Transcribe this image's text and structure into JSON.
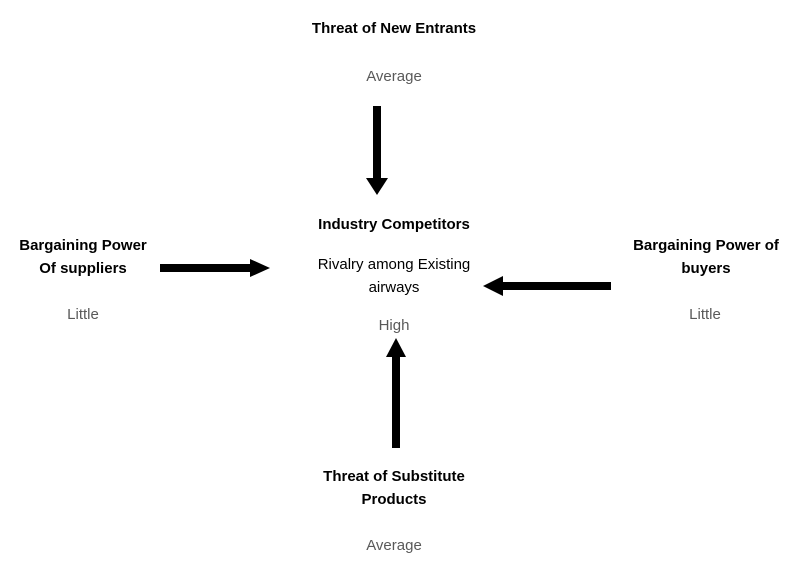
{
  "colors": {
    "background": "#ffffff",
    "label": "#000000",
    "value": "#595959",
    "arrow": "#000000"
  },
  "forces": {
    "top": {
      "label": "Threat of New Entrants",
      "value": "Average"
    },
    "left": {
      "label_line1": "Bargaining Power",
      "label_line2": "Of suppliers",
      "value": "Little"
    },
    "right": {
      "label_line1": "Bargaining Power of",
      "label_line2": "buyers",
      "value": "Little"
    },
    "bottom": {
      "label_line1": "Threat of Substitute",
      "label_line2": "Products",
      "value": "Average"
    },
    "center": {
      "title": "Industry Competitors",
      "subtitle_line1": "Rivalry among Existing",
      "subtitle_line2": "airways",
      "value": "High"
    }
  },
  "icons": {
    "top_to_center": "arrow-down-icon",
    "bottom_to_center": "arrow-up-icon",
    "left_to_center": "arrow-right-icon",
    "right_to_center": "arrow-left-icon"
  }
}
